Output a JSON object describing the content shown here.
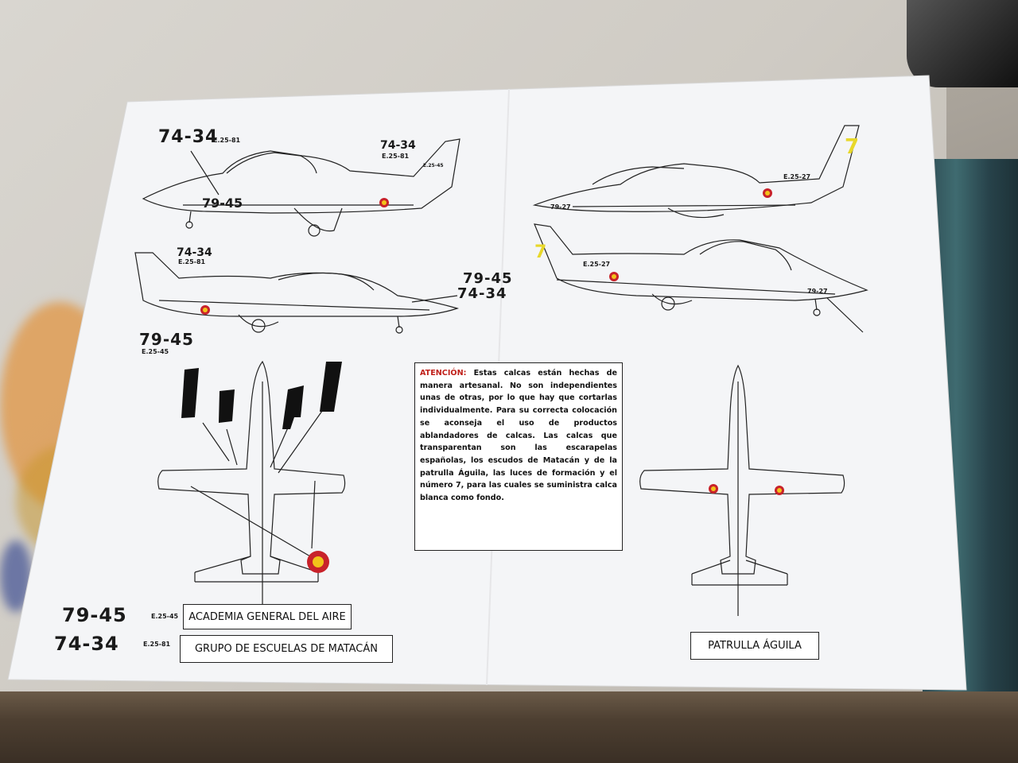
{
  "aircraft_codes": {
    "top_left_main": "74-34",
    "top_left_sub": "E.25-81",
    "top_left_fuselage": "79-45",
    "top_tail_code": "74-34",
    "top_tail_sub": "E.25-81",
    "top_tail_small": "E.25-45",
    "mid_left_tail_code": "74-34",
    "mid_left_tail_sub": "E.25-81",
    "mid_left_bottom_code": "79-45",
    "mid_left_bottom_sub": "E.25-45",
    "mid_right_code_a": "79-45",
    "mid_right_code_b": "74-34",
    "aguila_top_tail": "E.25-27",
    "aguila_top_nose": "79-27",
    "aguila_bottom_tail": "E.25-27",
    "aguila_bottom_nose": "79-27",
    "aguila_number": "7"
  },
  "notice": {
    "warning": "ATENCIÓN:",
    "body": "Estas calcas están hechas de manera artesanal. No son independientes unas de otras, por lo que hay que cortarlas individualmente. Para su correcta colocación se aconseja el uso de productos ablandadores de calcas. Las calcas que transparentan son las escarapelas españolas, los escudos de Matacán y de la patrulla Águila, las luces de formación y el número 7, para las cuales se suministra calca blanca como fondo."
  },
  "legend": {
    "row1_code": "79-45",
    "row1_sub": "E.25-45",
    "row1_label": "ACADEMIA GENERAL DEL AIRE",
    "row2_code": "74-34",
    "row2_sub": "E.25-81",
    "row2_label": "GRUPO DE ESCUELAS DE MATACÁN",
    "row3_label": "PATRULLA ÁGUILA"
  },
  "colors": {
    "roundel_red": "#c8222a",
    "roundel_yellow": "#f2c21a",
    "aguila_yellow": "#e8d82a",
    "line": "#222222"
  }
}
